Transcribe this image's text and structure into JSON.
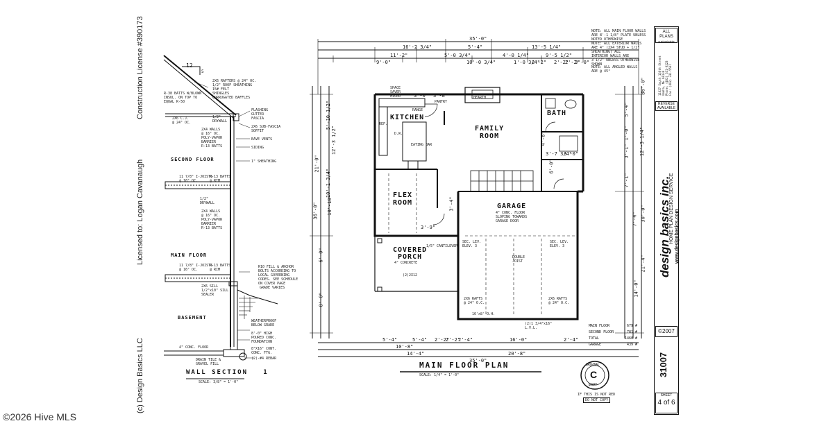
{
  "left_margin": {
    "copyright": "(c) Design Basics LLC",
    "licensee": "Licensed to: Logan Cavanaugh",
    "license": "Construction License #390173"
  },
  "wall_section": {
    "title": "WALL SECTION",
    "number": "1",
    "scale": "SCALE: 3/8\" = 1'-0\"",
    "pitch": "12",
    "pitch_rise": "5",
    "floors": {
      "second": "SECOND FLOOR",
      "main": "MAIN FLOOR",
      "basement": "BASEMENT"
    },
    "notes_top": "2X6 RAFTERS @ 24\" OC.\n1/2\" ROOF SHEATHING\n15# FELT\nSHINGLES\nCORRUGATED BAFFLES",
    "notes_insul": "R-38 BATTS W/BLOWN\nINSUL. ON TOP TO\nEQUAL R-50",
    "notes_ceiling": "2X6 C.J.\n@ 24\" OC.",
    "notes_drywall": "1/2\"\nDRYWALL",
    "notes_fascia": "FLASHING\nGUTTER\nFASCIA",
    "notes_soffit": "2X6 SUB-FASCIA\nSOFFIT",
    "notes_walls": "2X4 WALLS\n@ 16\" OC.\nPOLY-VAPOR\nBARRIER\nR-13 BATTS",
    "notes_eave": "EAVE VENTS",
    "notes_siding": "SIDING",
    "notes_sheath": "1\" SHEATHING",
    "joist_2nd": "11 7/8\" I-JOISTS\n@ 16\" OC.",
    "rim_2nd": "R-13 BATTS\n@ RIM",
    "drywall_2nd": "1/2\"\nDRYWALL",
    "walls_2nd": "2X4 WALLS\n@ 16\" OC.\nPOLY-VAPOR\nBARRIER\nR-13 BATTS",
    "joist_main": "11 7/8\" I-JOISTS\n@ 16\" OC.",
    "rim_main": "R-13 BATTS\n@ RIM",
    "sill": "2X6 SILL\n1/2\"x10\" SILL\nSEALER",
    "backfill": "R10 FILL & ANCHOR\nBOLTS ACCORDING TO\nLOCAL GOVERNING\nCODES. SEE SCHEDULE\nON COVER PAGE",
    "grade": "GRADE VARIES",
    "waterproof": "WEATHERPROOF\nBELOW GRADE",
    "foundation": "8'-0\" HIGH\nPOURED CONC.\nFOUNDATION",
    "floor": "4\" CONC. FLOOR",
    "footing": "8\"X16\" CONT.\nCONC. FTG.",
    "drain": "DRAIN TILE &\nGRAVEL FILL",
    "rebar": "(2)-#4 REBAR"
  },
  "floor_plan": {
    "title": "MAIN FLOOR PLAN",
    "scale": "SCALE: 1/4\" = 1'-0\"",
    "rooms": {
      "kitchen": "KITCHEN",
      "family": "FAMILY\nROOM",
      "flex": "FLEX\nROOM",
      "garage": "GARAGE",
      "bath": "BATH",
      "porch": "COVERED\nPORCH"
    },
    "labels": {
      "pantry": "PANTRY",
      "range": "RANGE",
      "hearth": "HEARTH",
      "space": "SPACE\nSAVER\nMICRO",
      "fridge": "REF.",
      "dw": "D.W.",
      "eating_bar": "EATING BAR",
      "garage_note": "4\" CONC. FLOOR\nSLOPING TOWARDS\nGARAGE DOOR",
      "porch_note": "4\" CONCRETE",
      "gable": "1/5\" CANTILEVER",
      "double_joist": "DOUBLE\nJOIST",
      "rafters_l": "2X6 RAFTS\n@ 24\" O.C.",
      "rafters_r": "2X6 RAFTS\n@ 24\" O.C.",
      "door": "16'x8' O.H.",
      "lvl": "(2)1 3/4\"x16\"\nL.V.L.",
      "headers": "(2)2X12",
      "sec_l": "SEC. LEV.\nELEV. 3",
      "sec_r": "SEC. LEV.\nELEV. 3"
    },
    "dims_top": [
      "35'-0\"",
      "16'-2 3/4\"",
      "5'-4\"",
      "13'-5 1/4\"",
      "11'-2\"",
      "5'-0 3/4\"",
      "4'-0 1/4\"",
      "9'-5 1/2\"",
      "9'-0\"",
      "10'-0 3/4\"",
      "1'-0 3/4\"",
      "2'-2\"",
      "3'-8\"",
      "2'-2\"",
      "3'-0\"",
      "2'-2\""
    ],
    "dims_bottom": [
      "5'-4\"",
      "5'-4\"",
      "2'-2\"",
      "2'-2\"",
      "2'-4\"",
      "16'-0\"",
      "2'-4\"",
      "10'-8\"",
      "14'-4\"",
      "20'-8\"",
      "35'-0\""
    ],
    "dims_left": [
      "36'-0\"",
      "5'-10 1/2\"",
      "12'-3 1/2\"",
      "21'-0\"",
      "10'-1 3/4\"",
      "10'-10\"",
      "6'-0\"",
      "8'-0\""
    ],
    "dims_right": [
      "5'-4\"",
      "12'-3 1/4\"",
      "36'-0\"",
      "30'-0\"",
      "21'-4\"",
      "7'-4\"",
      "14'-0\"",
      "3'-1\"",
      "1'-0\"",
      "7'-1\""
    ],
    "interior_dims": [
      "3'-7 3/4\"",
      "3'-0\"",
      "3'-4\"",
      "3'-9\"",
      "6'-0\"",
      "4'-8\"",
      "3'-0\""
    ]
  },
  "notes": {
    "n1": "NOTE: ALL MAIN FLOOR WALLS\nARE 8'-1 1/8\" PLATE UNLESS\nNOTED OTHERWISE",
    "n2": "NOTE: ALL EXTERIOR WALLS\nARE 4\" (2X4 STUD + 1/2\"\nSHEATHING) ALL\nINTERIOR WALLS ARE\n3 1/2\" UNLESS OTHERWISE\nSHOWN",
    "n3": "NOTE: ALL ANGLED WALLS\nARE @ 45°"
  },
  "areas": [
    {
      "label": "MAIN FLOOR",
      "value": "679 #"
    },
    {
      "label": "SECOND FLOOR",
      "value": "781 #"
    },
    {
      "label": "TOTAL",
      "value": "1460 #"
    },
    {
      "label": "GARAGE",
      "value": "439 #"
    }
  ],
  "seal": {
    "top": "ORIGINAL",
    "center": "C",
    "bottom": "DRAFT"
  },
  "stamp": {
    "line1": "IF THIS IS NOT RED",
    "line2": "DO NOT COPY"
  },
  "title_block": {
    "all_plans": "ALL PLANS",
    "sub": "customizable",
    "address": "11627 South 136th Street\nOmaha, NE 68138\nPhone: (402) 331-9223\nFax: (402) 331-5507",
    "reverse": "REVERSE\nAVAILABLE",
    "company": "design basics inc.",
    "tagline": "HOME PLAN DESIGN SERVICE",
    "website": "www.designbasics.com",
    "copyright": "©2007",
    "plan_number": "31007",
    "sheet_label": "SHEET",
    "sheet": "4 of 6"
  },
  "mls": "©2026 Hive MLS"
}
